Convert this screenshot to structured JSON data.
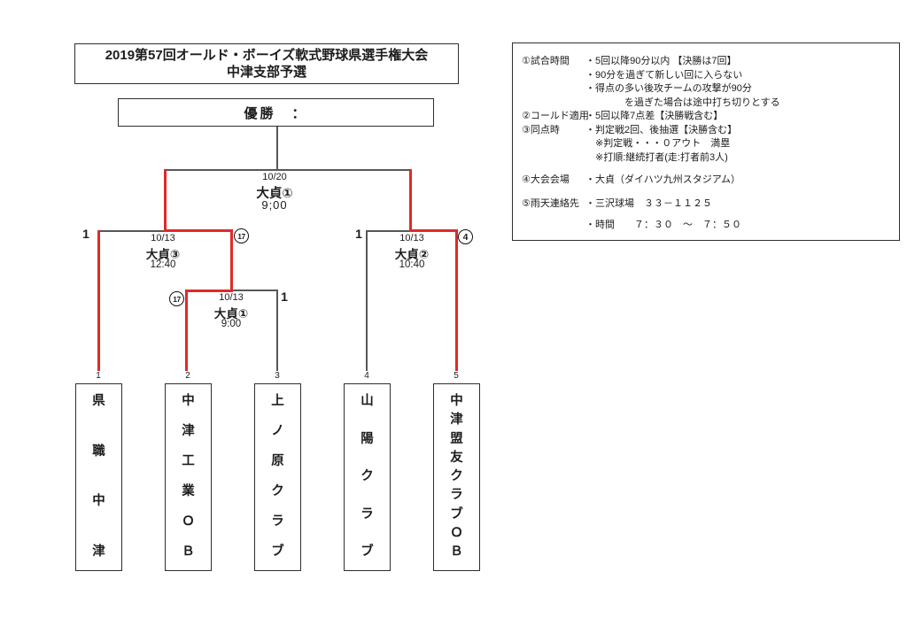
{
  "title": {
    "line1": "2019第57回オールド・ボーイズ軟式野球県選手権大会",
    "line2": "中津支部予選"
  },
  "champion": {
    "label": "優勝　："
  },
  "matches": {
    "final": {
      "date": "10/20",
      "venue": "大貞①",
      "time": "9;00"
    },
    "sf_left": {
      "date": "10/13",
      "venue": "大貞③",
      "time": "12:40",
      "left_score": "1",
      "right_score": "17"
    },
    "sf_right": {
      "date": "10/13",
      "venue": "大貞②",
      "time": "10:40",
      "left_score": "1",
      "right_score": "4"
    },
    "round1": {
      "date": "10/13",
      "venue": "大貞①",
      "time": "9:00",
      "left_score": "17",
      "right_score": "1"
    }
  },
  "teams": [
    {
      "seed": "1",
      "name": "県職中津",
      "advanced": true
    },
    {
      "seed": "2",
      "name": "中津工業ＯＢ",
      "advanced": true
    },
    {
      "seed": "3",
      "name": "上ノ原クラブ",
      "advanced": false
    },
    {
      "seed": "4",
      "name": "山陽クラブ",
      "advanced": false
    },
    {
      "seed": "5",
      "name": "中津盟友クラブＯＢ",
      "advanced": true
    }
  ],
  "info": {
    "items": [
      {
        "label": "①試合時間",
        "lines": [
          "・5回以降90分以内 【決勝は7回】",
          "・90分を過ぎて新しい回に入らない",
          "・得点の多い後攻チームの攻撃が90分",
          "　　　　を過ぎた場合は途中打ち切りとする"
        ]
      },
      {
        "label": "②コールド適用",
        "lines": [
          "・5回以降7点差【決勝戦含む】"
        ]
      },
      {
        "label": "③同点時",
        "lines": [
          "・判定戦2回、後抽選【決勝含む】",
          "　※判定戦・・・０アウト　満塁",
          "　※打順:継続打者(走:打者前3人)"
        ]
      },
      {
        "label": "④大会会場",
        "lines": [
          "・大貞（ダイハツ九州スタジアム）"
        ]
      },
      {
        "label": "⑤雨天連絡先",
        "lines": [
          "・三沢球場　３３－１１２５",
          "・時間　　７：３０　～　７：５０"
        ]
      }
    ]
  },
  "colors": {
    "advance_red": "#e02a27",
    "line_gray": "#575757"
  }
}
